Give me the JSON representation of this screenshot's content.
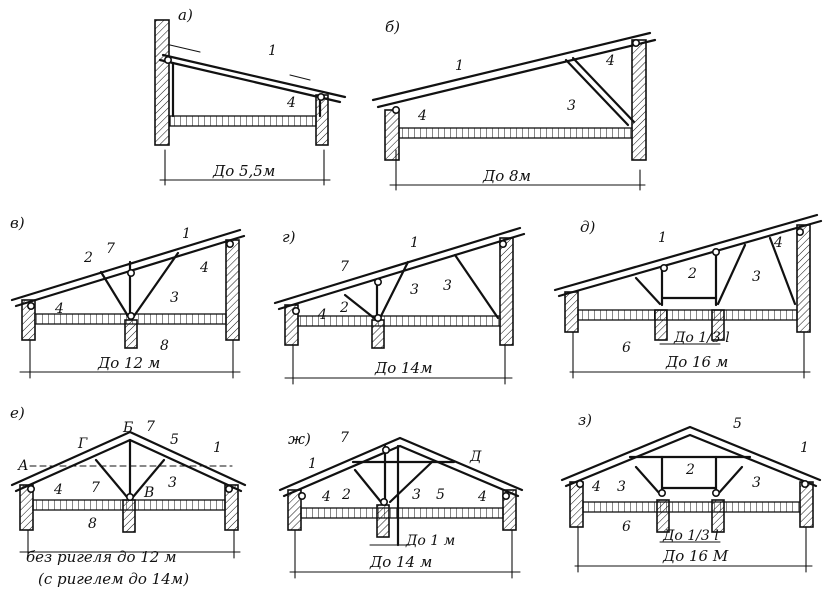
{
  "panels": {
    "a": {
      "letter": "а)",
      "dim": "До  5,5м",
      "n1": "1",
      "n4": "4"
    },
    "b": {
      "letter": "б)",
      "dim": "До   8м",
      "n1": "1",
      "n3": "3",
      "n4a": "4",
      "n4b": "4"
    },
    "v": {
      "letter": "в)",
      "dim": "До  12 м",
      "n1": "1",
      "n2": "2",
      "n3": "3",
      "n4a": "4",
      "n4b": "4",
      "n7": "7",
      "n8": "8"
    },
    "g": {
      "letter": "г)",
      "dim": "До   14м",
      "n1": "1",
      "n2": "2",
      "n3a": "3",
      "n3b": "3",
      "n4": "4",
      "n7": "7"
    },
    "d": {
      "letter": "д)",
      "dim": "До 16 м",
      "sub": "До 1/3 l",
      "n1": "1",
      "n2": "2",
      "n3": "3",
      "n4": "4",
      "n6": "6"
    },
    "e": {
      "letter": "е)",
      "dim1": "без  ригеля  до  12 м",
      "dim2": "(с ригелем  до  14м)",
      "A": "А",
      "G": "Г",
      "B": "Б",
      "V": "В",
      "n1": "1",
      "n3": "3",
      "n4": "4",
      "n5": "5",
      "n7a": "7",
      "n7b": "7",
      "n8": "8"
    },
    "zh": {
      "letter": "ж)",
      "dim": "До  14 м",
      "sub": "До 1 м",
      "D": "Д",
      "n1": "1",
      "n2": "2",
      "n3": "3",
      "n4a": "4",
      "n4b": "4",
      "n5": "5",
      "n7": "7"
    },
    "z": {
      "letter": "з)",
      "dim": "До 16 М",
      "sub": "До 1/3 l",
      "n1": "1",
      "n2": "2",
      "n3a": "3",
      "n3b": "3",
      "n4": "4",
      "n5": "5",
      "n6": "6"
    }
  }
}
